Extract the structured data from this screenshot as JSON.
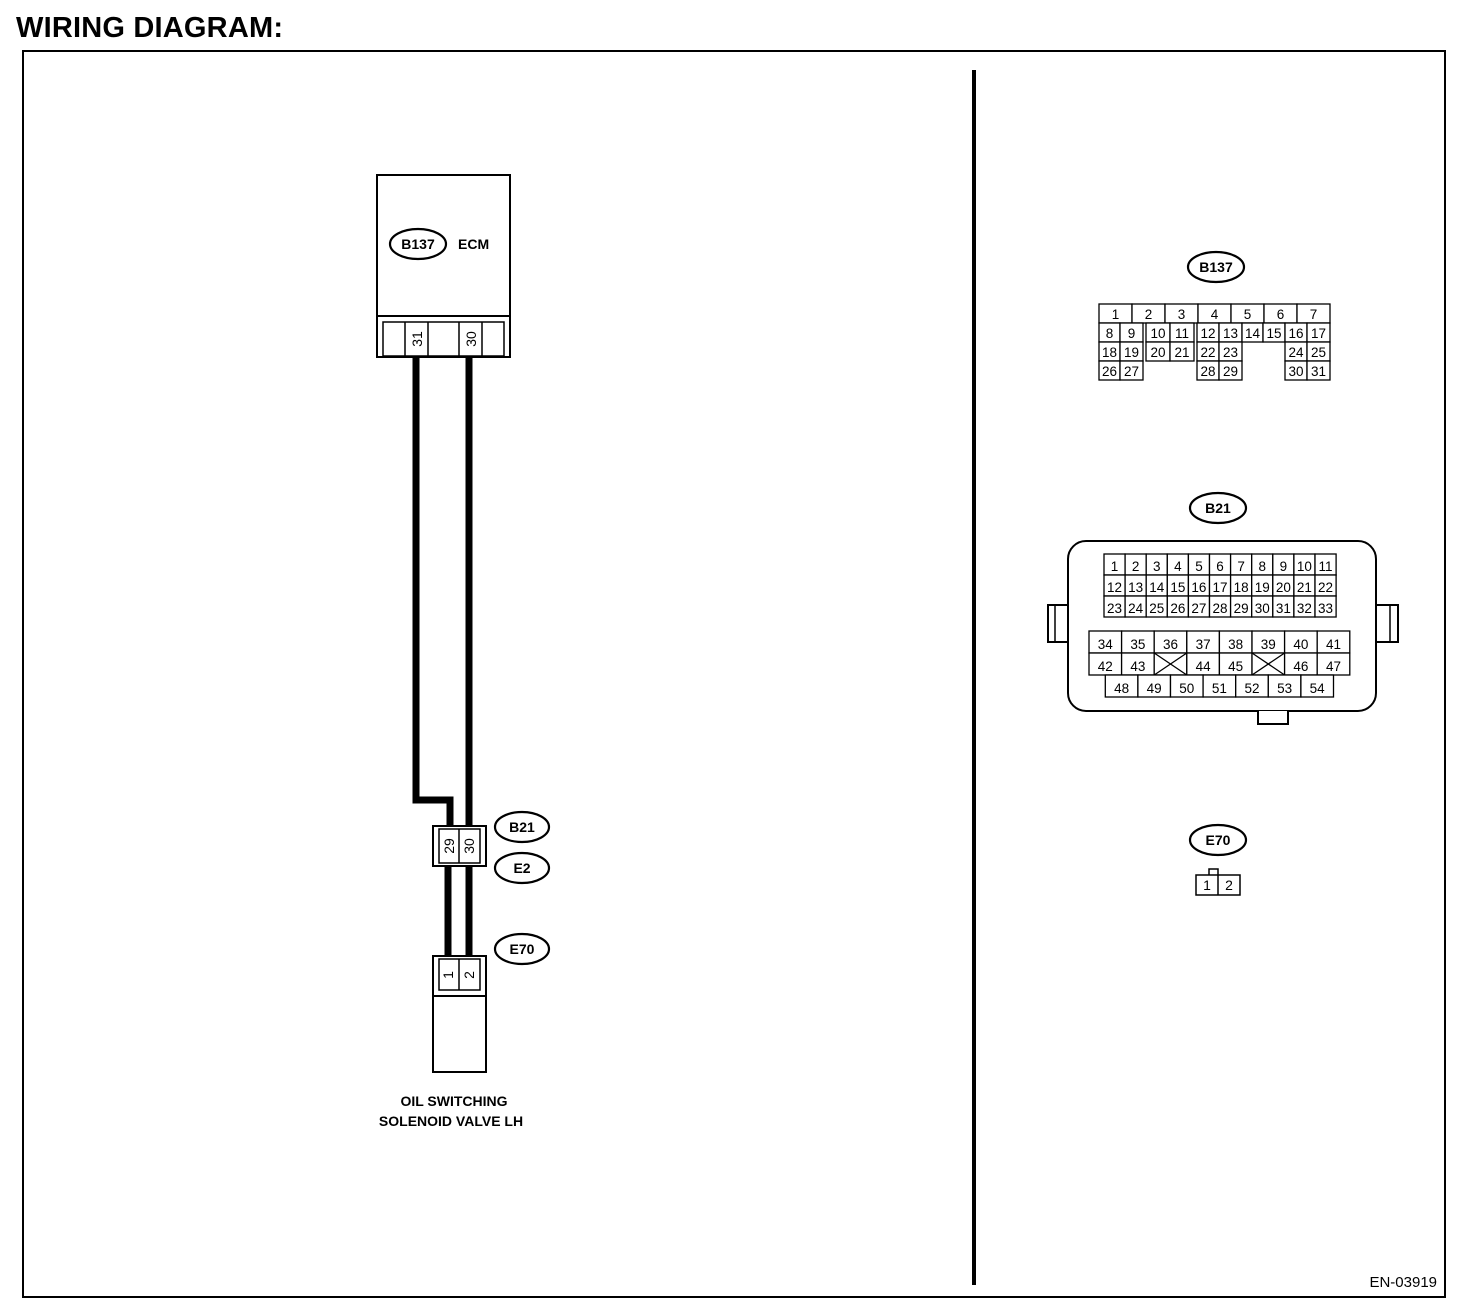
{
  "heading": "WIRING DIAGRAM:",
  "ecm": {
    "connector": "B137",
    "label": "ECM",
    "pins": [
      "31",
      "30"
    ]
  },
  "joint": {
    "connector_top": "B21",
    "connector_bottom": "E2",
    "pins": [
      "29",
      "30"
    ]
  },
  "valve": {
    "connector": "E70",
    "pins": [
      "1",
      "2"
    ],
    "label_line1": "OIL SWITCHING",
    "label_line2": "SOLENOID VALVE LH"
  },
  "connector_views": {
    "b137": {
      "label": "B137",
      "rows": [
        [
          "1",
          "2",
          "3",
          "4",
          "5",
          "6",
          "7"
        ],
        [
          "8",
          "9",
          "10",
          "11",
          "12",
          "13",
          "14",
          "15",
          "16",
          "17"
        ],
        [
          "18",
          "19",
          "20",
          "21",
          "22",
          "23",
          "24",
          "25"
        ],
        [
          "26",
          "27",
          "28",
          "29",
          "30",
          "31"
        ]
      ]
    },
    "b21": {
      "label": "B21",
      "upper_rows": [
        [
          "1",
          "2",
          "3",
          "4",
          "5",
          "6",
          "7",
          "8",
          "9",
          "10",
          "11"
        ],
        [
          "12",
          "13",
          "14",
          "15",
          "16",
          "17",
          "18",
          "19",
          "20",
          "21",
          "22"
        ],
        [
          "23",
          "24",
          "25",
          "26",
          "27",
          "28",
          "29",
          "30",
          "31",
          "32",
          "33"
        ]
      ],
      "lower_rows": [
        [
          "34",
          "35",
          "36",
          "37",
          "38",
          "39",
          "40",
          "41"
        ],
        [
          "42",
          "43",
          "",
          "44",
          "45",
          "",
          "46",
          "47"
        ],
        [
          "48",
          "49",
          "50",
          "51",
          "52",
          "53",
          "54"
        ]
      ]
    },
    "e70": {
      "label": "E70",
      "pins": [
        "1",
        "2"
      ]
    }
  },
  "figure_id": "EN-03919"
}
